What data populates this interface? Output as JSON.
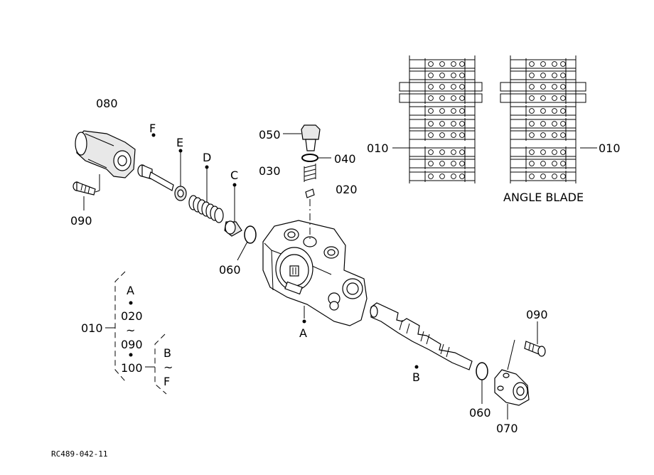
{
  "labels": {
    "p080": "080",
    "p090_left": "090",
    "p060_left": "060",
    "p050": "050",
    "p040": "040",
    "p030": "030",
    "p020": "020",
    "p010_left": "010",
    "p010_right": "010",
    "p090_right": "090",
    "p060_right": "060",
    "p070": "070",
    "angle_blade": "ANGLE BLADE",
    "ref_code": "RC489-042-11"
  },
  "letters": {
    "A_body": "A",
    "B": "B",
    "C": "C",
    "D": "D",
    "E": "E",
    "F": "F"
  },
  "legend": {
    "code": "010",
    "a": "A",
    "from": "020",
    "tilde1": "~",
    "to": "090",
    "code2": "100",
    "b": "B",
    "tilde2": "~",
    "f": "F"
  }
}
